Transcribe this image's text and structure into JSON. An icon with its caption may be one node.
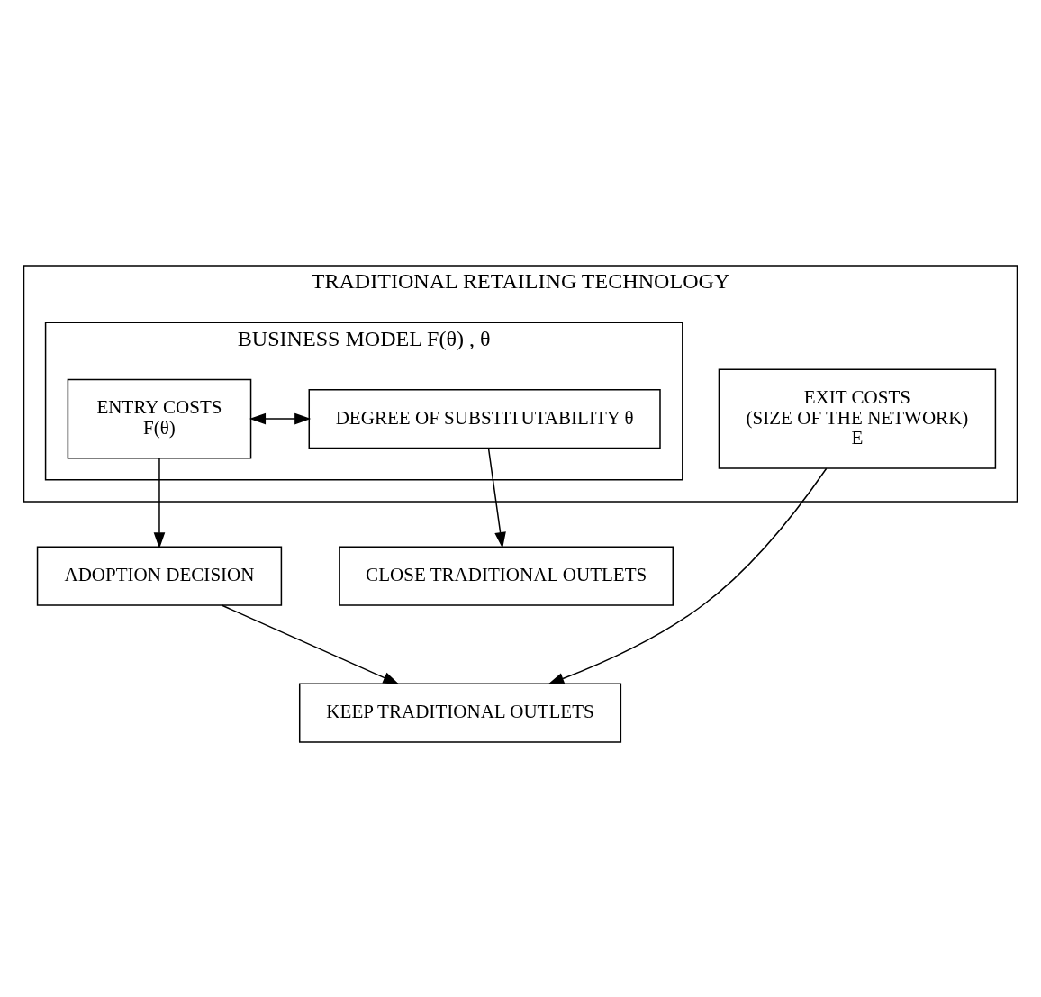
{
  "diagram": {
    "nodes": [
      {
        "text": [
          "TRADITIONAL RETAILING TECHNOLOGY"
        ]
      },
      {
        "text": [
          "BUSINESS MODEL F(θ) , θ"
        ],
        "in": 0
      },
      {
        "text": [
          "ENTRY COSTS",
          "F(θ)"
        ],
        "in": 1
      },
      {
        "text": [
          "DEGREE OF SUBSTITUTABILITY θ"
        ],
        "in": 1
      },
      {
        "text": [
          "EXIT COSTS",
          "(SIZE OF THE NETWORK)",
          "E"
        ],
        "in": 0
      },
      {
        "text": [
          "ADOPTION DECISION"
        ]
      },
      {
        "text": [
          "CLOSE TRADITIONAL OUTLETS"
        ]
      },
      {
        "text": [
          "KEEP TRADITIONAL OUTLETS"
        ]
      }
    ],
    "edges": [
      {
        "from": 2,
        "to": 3,
        "arrow": "both"
      },
      {
        "from": 2,
        "to": 5,
        "arrow": "to"
      },
      {
        "from": 3,
        "to": 6,
        "arrow": "to"
      },
      {
        "from": 5,
        "to": 7,
        "arrow": "to"
      },
      {
        "from": 4,
        "to": 7,
        "arrow": "to"
      }
    ]
  }
}
